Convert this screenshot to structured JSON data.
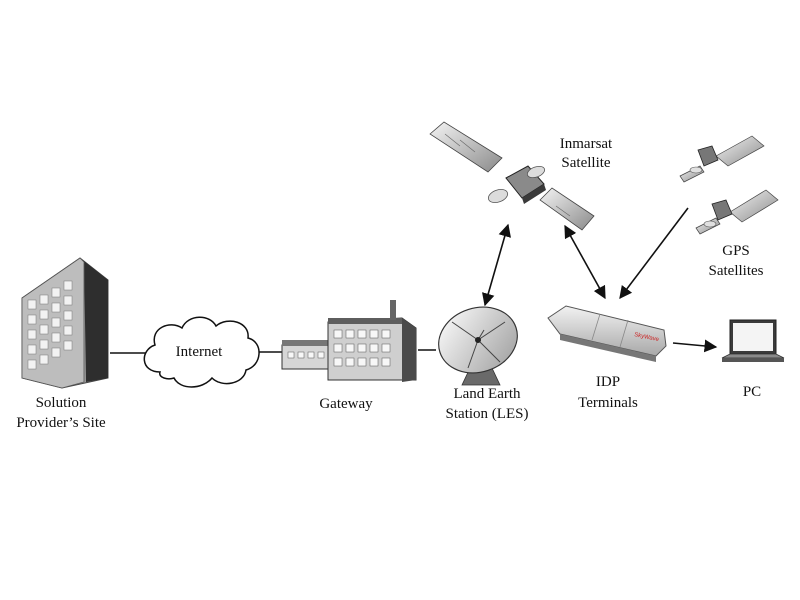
{
  "labels": {
    "inmarsat_line1": "Inmarsat",
    "inmarsat_line2": "Satellite",
    "gps_line1": "GPS",
    "gps_line2": "Satellites",
    "solution_line1": "Solution",
    "solution_line2": "Provider’s Site",
    "internet": "Internet",
    "gateway": "Gateway",
    "les_line1": "Land Earth",
    "les_line2": "Station (LES)",
    "idp_line1": "IDP",
    "idp_line2": "Terminals",
    "pc": "PC",
    "terminal_brand": "SkyWave"
  },
  "icons": [
    "building-icon",
    "cloud-icon",
    "factory-icon",
    "dish-antenna-icon",
    "satellite-icon",
    "gps-satellite-icon",
    "terminal-icon",
    "laptop-icon"
  ],
  "colors": {
    "line": "#111111",
    "terminal_brand": "#cc2222"
  }
}
